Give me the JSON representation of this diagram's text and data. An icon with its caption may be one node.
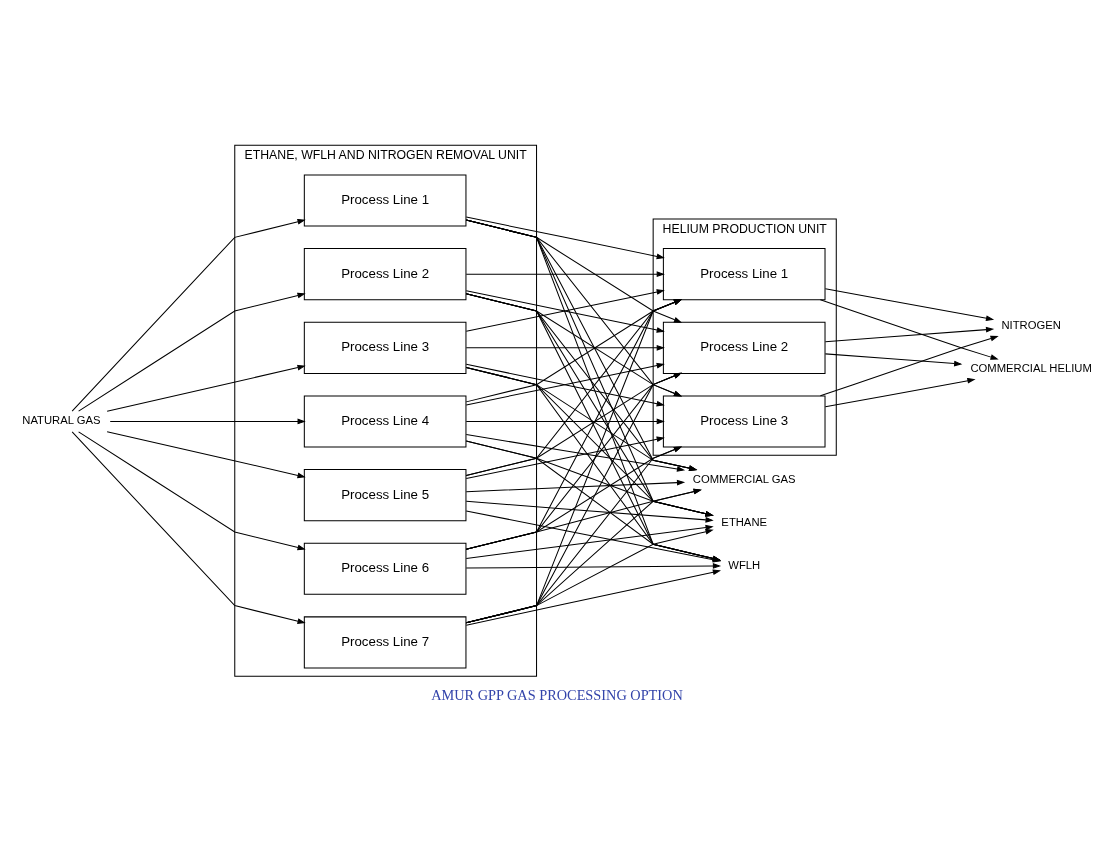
{
  "diagram": {
    "caption": "AMUR GPP GAS PROCESSING OPTION",
    "nodes": [
      {
        "text": [
          "ETHANE, WFLH AND NITROGEN REMOVAL UNIT"
        ]
      },
      {
        "text": [
          "Process Line 1"
        ],
        "in": 0
      },
      {
        "text": [
          "Process Line 2"
        ],
        "in": 0
      },
      {
        "text": [
          "Process Line 3"
        ],
        "in": 0
      },
      {
        "text": [
          "Process Line 4"
        ],
        "in": 0
      },
      {
        "text": [
          "Process Line 5"
        ],
        "in": 0
      },
      {
        "text": [
          "Process Line 6"
        ],
        "in": 0
      },
      {
        "text": [
          "Process Line 7"
        ],
        "in": 0
      },
      {
        "text": [
          "HELIUM PRODUCTION UNIT"
        ]
      },
      {
        "text": [
          "Process Line 1"
        ],
        "in": 8
      },
      {
        "text": [
          "Process Line 2"
        ],
        "in": 8
      },
      {
        "text": [
          "Process Line 3"
        ],
        "in": 8
      },
      {
        "text": [
          "NATURAL GAS"
        ]
      },
      {
        "text": [
          "NITROGEN"
        ]
      },
      {
        "text": [
          "COMMERCIAL HELIUM"
        ]
      },
      {
        "text": [
          "COMMERCIAL GAS"
        ]
      },
      {
        "text": [
          "ETHANE"
        ]
      },
      {
        "text": [
          "WFLH"
        ]
      }
    ],
    "edges": [
      {
        "from": 12,
        "to": 1,
        "arrow": "to"
      },
      {
        "from": 12,
        "to": 2,
        "arrow": "to"
      },
      {
        "from": 12,
        "to": 3,
        "arrow": "to"
      },
      {
        "from": 12,
        "to": 4,
        "arrow": "to"
      },
      {
        "from": 12,
        "to": 5,
        "arrow": "to"
      },
      {
        "from": 12,
        "to": 6,
        "arrow": "to"
      },
      {
        "from": 12,
        "to": 7,
        "arrow": "to"
      },
      {
        "from": 1,
        "to": 15,
        "arrow": "to"
      },
      {
        "from": 2,
        "to": 15,
        "arrow": "to"
      },
      {
        "from": 3,
        "to": 15,
        "arrow": "to"
      },
      {
        "from": 4,
        "to": 15,
        "arrow": "to"
      },
      {
        "from": 5,
        "to": 15,
        "arrow": "to"
      },
      {
        "from": 6,
        "to": 15,
        "arrow": "to"
      },
      {
        "from": 7,
        "to": 15,
        "arrow": "to"
      },
      {
        "from": 1,
        "to": 16,
        "arrow": "to"
      },
      {
        "from": 2,
        "to": 16,
        "arrow": "to"
      },
      {
        "from": 3,
        "to": 16,
        "arrow": "to"
      },
      {
        "from": 4,
        "to": 16,
        "arrow": "to"
      },
      {
        "from": 5,
        "to": 16,
        "arrow": "to"
      },
      {
        "from": 6,
        "to": 16,
        "arrow": "to"
      },
      {
        "from": 7,
        "to": 16,
        "arrow": "to"
      },
      {
        "from": 1,
        "to": 17,
        "arrow": "to"
      },
      {
        "from": 2,
        "to": 17,
        "arrow": "to"
      },
      {
        "from": 3,
        "to": 17,
        "arrow": "to"
      },
      {
        "from": 4,
        "to": 17,
        "arrow": "to"
      },
      {
        "from": 5,
        "to": 17,
        "arrow": "to"
      },
      {
        "from": 6,
        "to": 17,
        "arrow": "to"
      },
      {
        "from": 7,
        "to": 17,
        "arrow": "to"
      },
      {
        "from": 1,
        "to": 9,
        "arrow": "to"
      },
      {
        "from": 2,
        "to": 9,
        "arrow": "to"
      },
      {
        "from": 3,
        "to": 9,
        "arrow": "to"
      },
      {
        "from": 4,
        "to": 9,
        "arrow": "to"
      },
      {
        "from": 5,
        "to": 9,
        "arrow": "to"
      },
      {
        "from": 6,
        "to": 9,
        "arrow": "to"
      },
      {
        "from": 7,
        "to": 9,
        "arrow": "to"
      },
      {
        "from": 1,
        "to": 10,
        "arrow": "to"
      },
      {
        "from": 2,
        "to": 10,
        "arrow": "to"
      },
      {
        "from": 3,
        "to": 10,
        "arrow": "to"
      },
      {
        "from": 4,
        "to": 10,
        "arrow": "to"
      },
      {
        "from": 5,
        "to": 10,
        "arrow": "to"
      },
      {
        "from": 6,
        "to": 10,
        "arrow": "to"
      },
      {
        "from": 7,
        "to": 10,
        "arrow": "to"
      },
      {
        "from": 1,
        "to": 11,
        "arrow": "to"
      },
      {
        "from": 2,
        "to": 11,
        "arrow": "to"
      },
      {
        "from": 3,
        "to": 11,
        "arrow": "to"
      },
      {
        "from": 4,
        "to": 11,
        "arrow": "to"
      },
      {
        "from": 5,
        "to": 11,
        "arrow": "to"
      },
      {
        "from": 6,
        "to": 11,
        "arrow": "to"
      },
      {
        "from": 7,
        "to": 11,
        "arrow": "to"
      },
      {
        "from": 9,
        "to": 14,
        "arrow": "to"
      },
      {
        "from": 10,
        "to": 14,
        "arrow": "to"
      },
      {
        "from": 11,
        "to": 14,
        "arrow": "to"
      },
      {
        "from": 9,
        "to": 13,
        "arrow": "to"
      },
      {
        "from": 10,
        "to": 13,
        "arrow": "to"
      },
      {
        "from": 11,
        "to": 13,
        "arrow": "to"
      }
    ]
  }
}
